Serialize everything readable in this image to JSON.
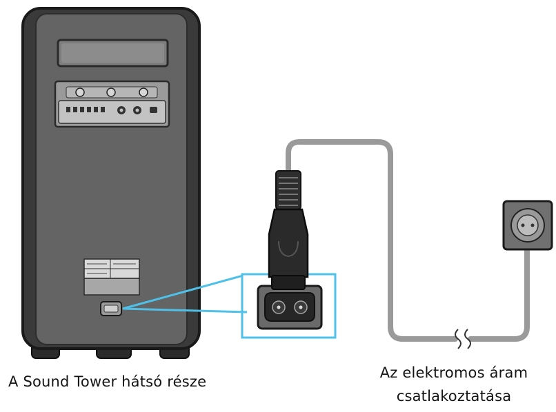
{
  "captions": {
    "device_back": "A Sound Tower hátsó része",
    "power_connection_line1": "Az elektromos áram",
    "power_connection_line2": "csatlakoztatása"
  },
  "colors": {
    "speaker_body": "#636363",
    "speaker_outline": "#1a1a1a",
    "cable": "#9a9a9a",
    "highlight": "#4fc0e8",
    "plug": "#2a2a2a",
    "wall_socket": "#6e6e6e"
  },
  "icons": {
    "speaker": "sound-tower-back-illustration",
    "power_plug": "figure-8-power-plug-icon",
    "power_inlet": "power-inlet-icon",
    "wall_outlet": "wall-outlet-icon"
  }
}
